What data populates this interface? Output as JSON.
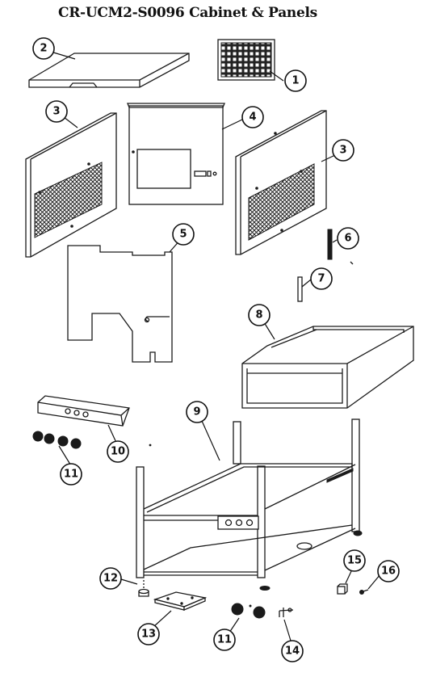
{
  "title": "CR-UCM2-S0096 Cabinet & Panels",
  "callouts": [
    "1",
    "2",
    "3",
    "3",
    "4",
    "5",
    "6",
    "7",
    "8",
    "9",
    "10",
    "11",
    "11",
    "12",
    "13",
    "14",
    "15",
    "16"
  ]
}
